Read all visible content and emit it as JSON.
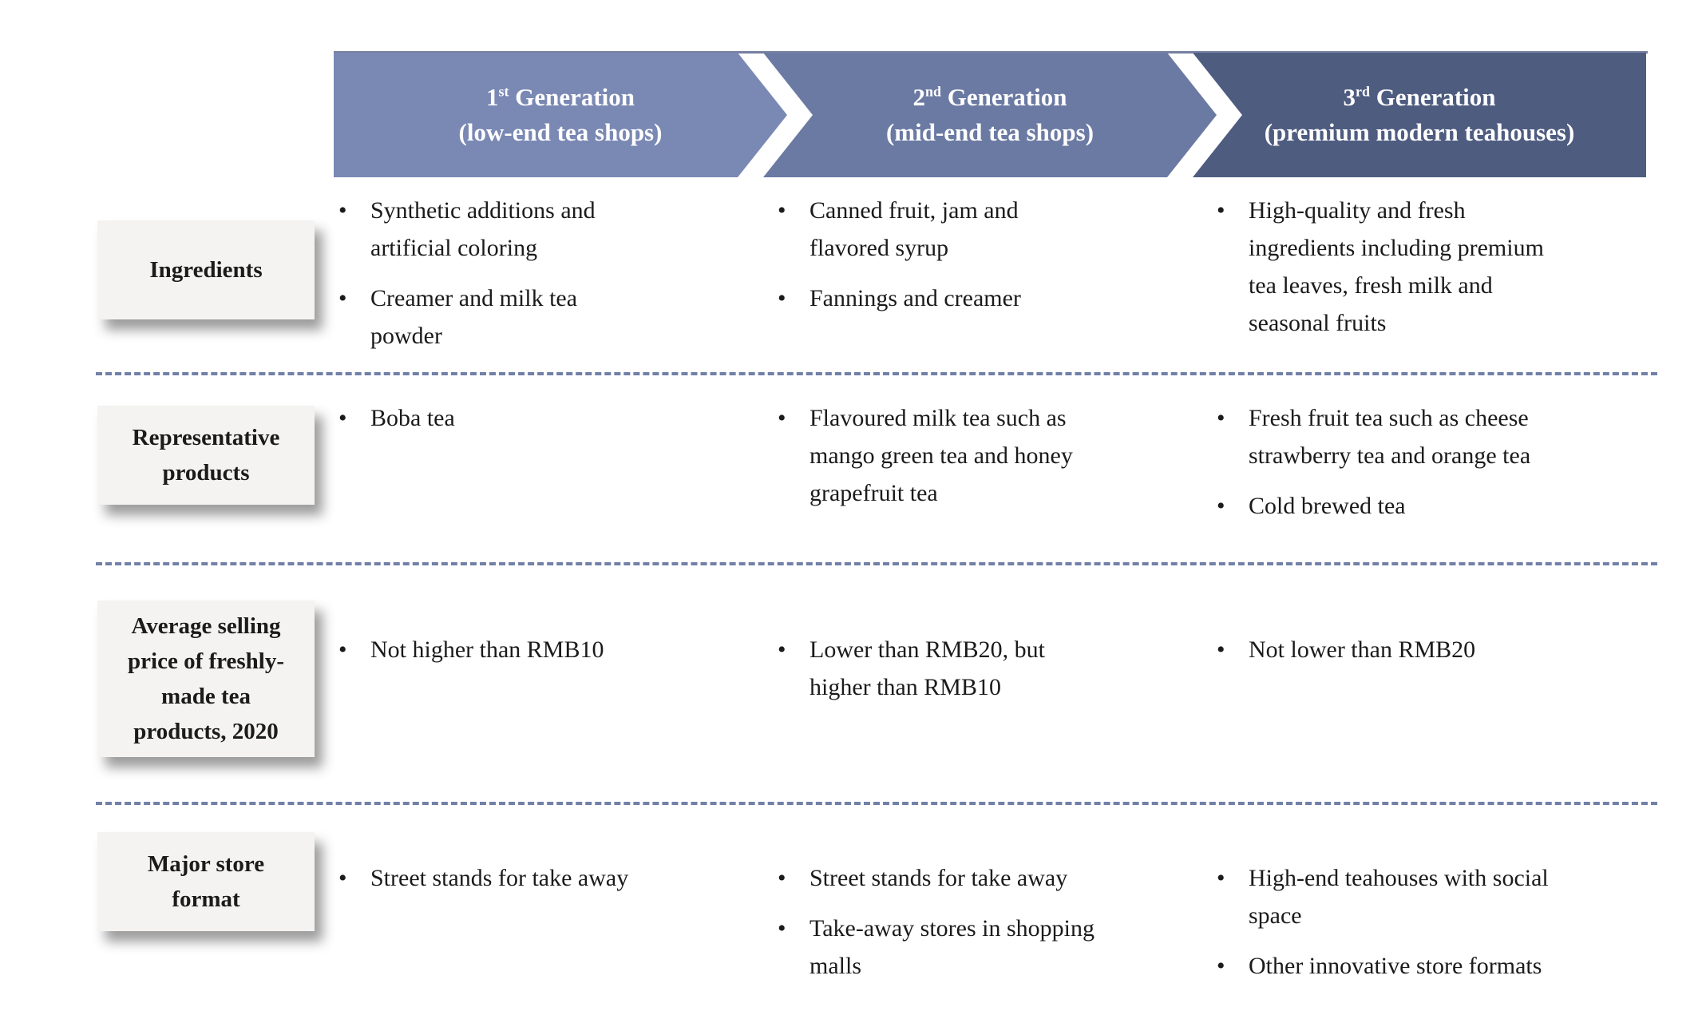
{
  "header": {
    "banners": [
      {
        "num": "1",
        "ordinal": "st",
        "title": " Generation",
        "subtitle": "(low-end tea shops)",
        "color": "#7A88B4"
      },
      {
        "num": "2",
        "ordinal": "nd",
        "title": " Generation",
        "subtitle": "(mid-end tea shops)",
        "color": "#6B7AA3"
      },
      {
        "num": "3",
        "ordinal": "rd",
        "title": " Generation",
        "subtitle": "(premium modern teahouses)",
        "color": "#4E5C80"
      }
    ]
  },
  "rows": [
    {
      "label": "Ingredients",
      "cells": [
        [
          "Synthetic additions and\nartificial coloring",
          "Creamer and milk tea\npowder"
        ],
        [
          "Canned fruit, jam and\nflavored syrup",
          "Fannings and creamer"
        ],
        [
          "High-quality and fresh\ningredients including premium\ntea leaves, fresh milk and\nseasonal fruits"
        ]
      ]
    },
    {
      "label": "Representative\nproducts",
      "cells": [
        [
          "Boba tea"
        ],
        [
          "Flavoured milk tea such as\nmango green tea and honey\ngrapefruit tea"
        ],
        [
          "Fresh fruit tea such as cheese\nstrawberry tea and orange tea",
          "Cold brewed tea"
        ]
      ]
    },
    {
      "label": "Average selling\nprice of freshly-\nmade tea\nproducts, 2020",
      "cells": [
        [
          "Not higher than RMB10"
        ],
        [
          "Lower than RMB20, but\nhigher than RMB10"
        ],
        [
          "Not lower than RMB20"
        ]
      ]
    },
    {
      "label": "Major store\nformat",
      "cells": [
        [
          "Street stands for take away"
        ],
        [
          "Street stands for take away",
          "Take-away stores in shopping\nmalls"
        ],
        [
          "High-end teahouses with social\nspace",
          "Other innovative store formats"
        ]
      ]
    }
  ],
  "colors": {
    "divider": "#7280A8",
    "label_box": "#F4F3F1",
    "body_text": "#1B1B1B"
  }
}
